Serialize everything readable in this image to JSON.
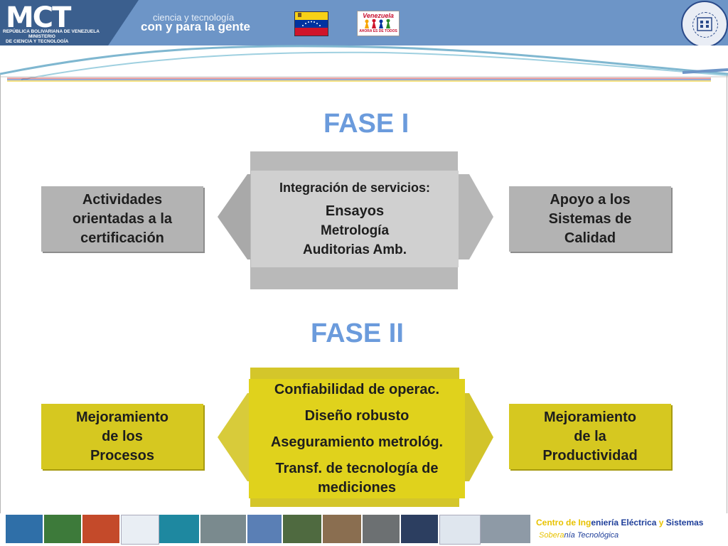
{
  "header": {
    "logo_letters": "MCT",
    "ministry_line1": "REPÚBLICA BOLIVARIANA DE VENEZUELA",
    "ministry_line2": "MINISTERIO",
    "ministry_line3": "DE CIENCIA Y TECNOLOGÍA",
    "slogan_line1": "ciencia y tecnología",
    "slogan_line2": "con y para la gente",
    "vzla_logo_title": "Venezuela",
    "vzla_logo_sub": "AHORA ES DE TODOS",
    "flag_colors": [
      "#f7d117",
      "#0033a0",
      "#cf142b"
    ],
    "header_color": "#6d95c7"
  },
  "fase1": {
    "title": "FASE I",
    "left": [
      "Actividades",
      "orientadas a la",
      "certificación"
    ],
    "center": [
      "Integración de servicios:",
      "Ensayos",
      "Metrología",
      "Auditorias Amb."
    ],
    "right": [
      "Apoyo a los",
      "Sistemas de",
      "Calidad"
    ],
    "color": "#b3b3b3"
  },
  "fase2": {
    "title": "FASE II",
    "left": [
      "Mejoramiento",
      "de los",
      "Procesos"
    ],
    "center": [
      "Confiabilidad de operac.",
      "Diseño robusto",
      "Aseguramiento metrológ.",
      "Transf. de tecnología de",
      "mediciones"
    ],
    "right": [
      "Mejoramiento",
      "de la",
      "Productividad"
    ],
    "color": "#d6c820"
  },
  "footer": {
    "line1_part1": "Centro de Ing",
    "line1_part2": "eniería ",
    "line1_part3": "Eléctrica",
    "line1_part4": " y ",
    "line1_part5": "Sistemas",
    "line2_part1": "Sobera",
    "line2_part2": "nía Tecnológica"
  },
  "colors": {
    "phase_title": "#6b9bdc",
    "footer_yellow": "#e8c200",
    "footer_blue": "#1f3f9a"
  }
}
